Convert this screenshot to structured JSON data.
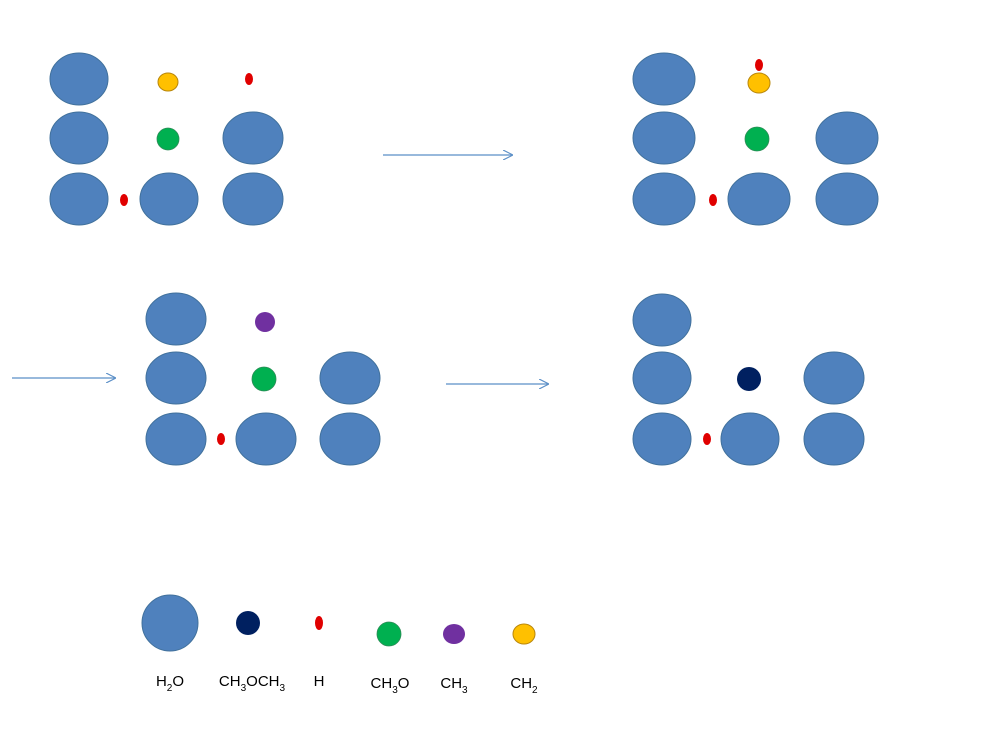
{
  "colors": {
    "h2o": "#4F81BD",
    "h2o_stroke": "#41719C",
    "ch3och3": "#002060",
    "h": "#E00000",
    "ch3o": "#00B050",
    "ch3": "#7030A0",
    "ch2": "#FFC000",
    "arrow": "#5B8FC7"
  },
  "legend": {
    "items": [
      {
        "key": "h2o",
        "icon": "h2o-molecule-icon",
        "label_parts": [
          "H",
          "2",
          "O"
        ]
      },
      {
        "key": "ch3och3",
        "icon": "ch3och3-molecule-icon",
        "label_parts": [
          "CH",
          "3",
          "OCH",
          "3"
        ]
      },
      {
        "key": "h",
        "icon": "hydrogen-atom-icon",
        "label_parts": [
          "H"
        ]
      },
      {
        "key": "ch3o",
        "icon": "ch3o-species-icon",
        "label_parts": [
          "CH",
          "3",
          "O"
        ]
      },
      {
        "key": "ch3",
        "icon": "ch3-species-icon",
        "label_parts": [
          "CH",
          "3"
        ]
      },
      {
        "key": "ch2",
        "icon": "ch2-species-icon",
        "label_parts": [
          "CH",
          "2"
        ]
      }
    ]
  }
}
